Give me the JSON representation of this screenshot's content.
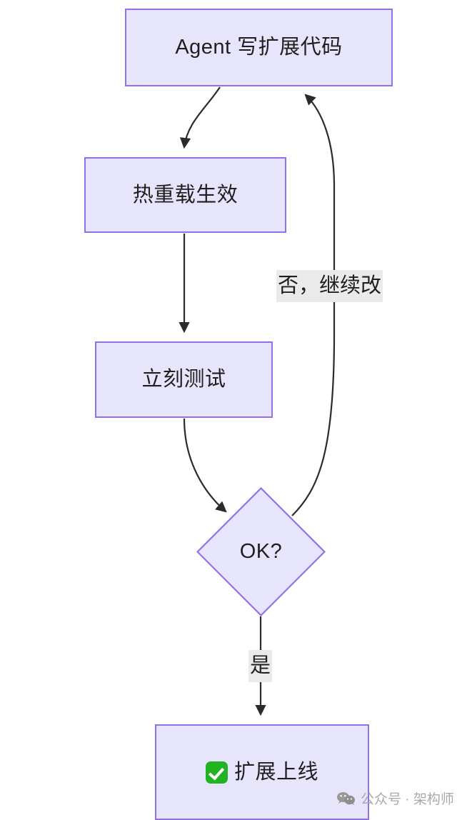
{
  "diagram": {
    "type": "flowchart",
    "background_color": "#ffffff",
    "node_fill": "#e7e5fb",
    "node_border": "#9370e8",
    "edge_color": "#333333",
    "label_background": "#eaeaea",
    "nodes": [
      {
        "id": "start",
        "shape": "rect",
        "label": "Agent 写扩展代码"
      },
      {
        "id": "hotreload",
        "shape": "rect",
        "label": "热重载生效"
      },
      {
        "id": "test",
        "shape": "rect",
        "label": "立刻测试"
      },
      {
        "id": "decision",
        "shape": "diamond",
        "label": "OK?"
      },
      {
        "id": "ship",
        "shape": "rect",
        "label": "扩展上线",
        "icon": "white-check-mark-icon",
        "icon_color": "#22b322"
      }
    ],
    "edges": [
      {
        "from": "start",
        "to": "hotreload",
        "label": ""
      },
      {
        "from": "hotreload",
        "to": "test",
        "label": ""
      },
      {
        "from": "test",
        "to": "decision",
        "label": ""
      },
      {
        "from": "decision",
        "to": "start",
        "label": "否，继续改"
      },
      {
        "from": "decision",
        "to": "ship",
        "label": "是"
      }
    ]
  },
  "watermark": {
    "icon": "wechat-icon",
    "text": "公众号 · 架构师"
  }
}
